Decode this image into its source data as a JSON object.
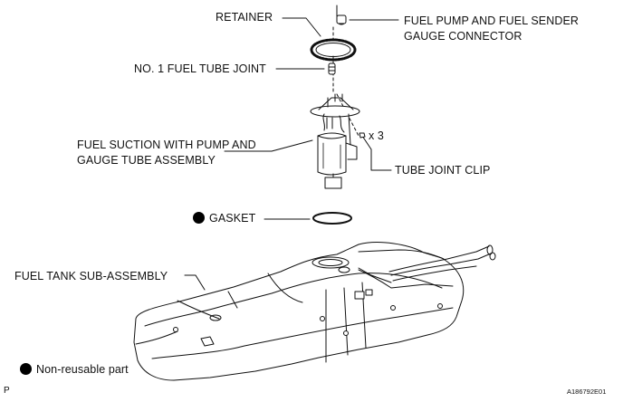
{
  "labels": {
    "retainer": "RETAINER",
    "connector_line1": "FUEL PUMP AND FUEL SENDER",
    "connector_line2": "GAUGE CONNECTOR",
    "tube_joint": "NO. 1 FUEL TUBE JOINT",
    "suction_line1": "FUEL SUCTION WITH PUMP AND",
    "suction_line2": "GAUGE TUBE ASSEMBLY",
    "clip_qty": "x 3",
    "clip": "TUBE JOINT CLIP",
    "gasket": "GASKET",
    "tank": "FUEL TANK SUB-ASSEMBLY"
  },
  "legend": {
    "non_reusable": "Non-reusable part"
  },
  "footer": {
    "left_code": "P",
    "figure_id": "A186792E01"
  },
  "icons": {
    "non_reusable_marker": "filled-circle-icon"
  },
  "colors": {
    "ink": "#111111",
    "paper": "#ffffff"
  }
}
